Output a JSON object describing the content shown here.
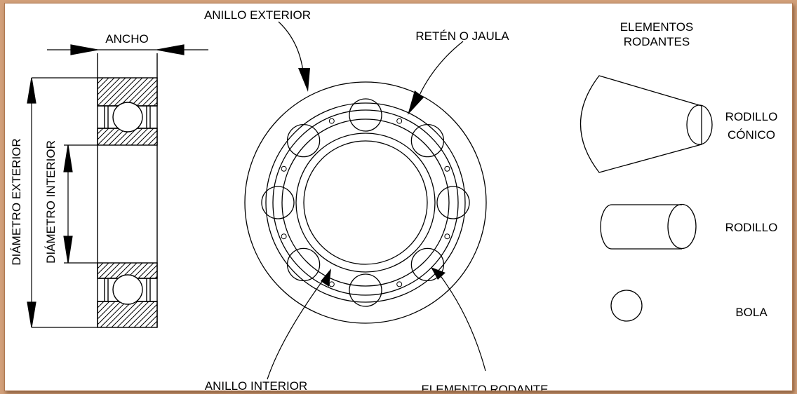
{
  "labels": {
    "ancho": "ANCHO",
    "diametro_exterior": "DIÁMETRO EXTERIOR",
    "diametro_interior": "DIÁMETRO INTERIOR",
    "anillo_exterior": "ANILLO EXTERIOR",
    "reten_jaula": "RETÉN O JAULA",
    "anillo_interior": "ANILLO INTERIOR",
    "elemento_rodante": "ELEMENTO RODANTE",
    "elementos_rodantes_1": "ELEMENTOS",
    "elementos_rodantes_2": "RODANTES",
    "rodillo_conico_1": "RODILLO",
    "rodillo_conico_2": "CÓNICO",
    "rodillo": "RODILLO",
    "bola": "BOLA"
  },
  "colors": {
    "background": "#d2a07a",
    "paper": "#ffffff",
    "line": "#000000"
  }
}
